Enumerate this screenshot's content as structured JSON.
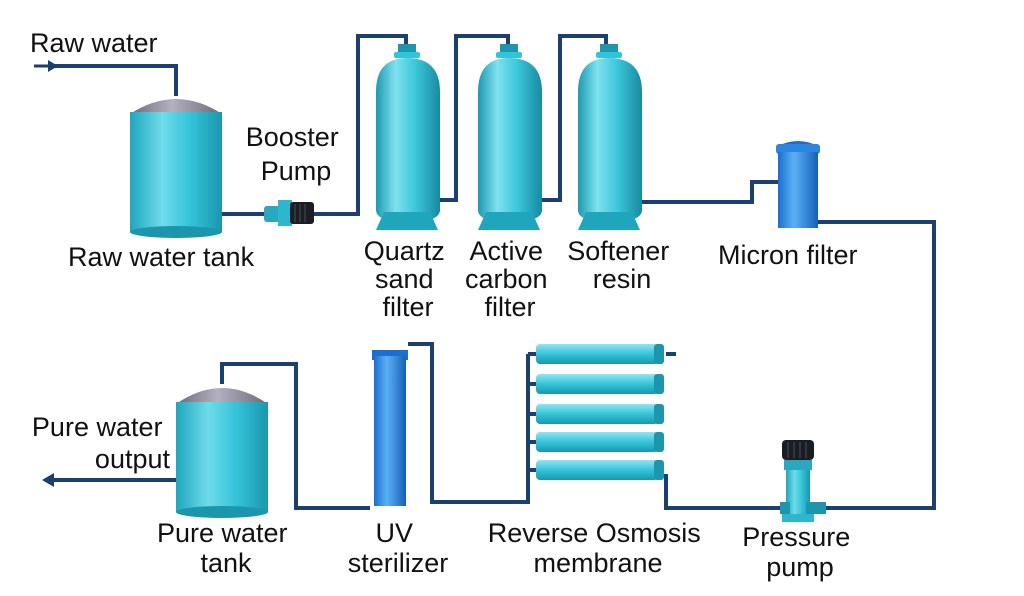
{
  "colors": {
    "pipe": "#1c3f73",
    "tank_body": "#34c4d9",
    "tank_light": "#8fe6f1",
    "tank_dark": "#1b96ad",
    "dome": "#8e8b9c",
    "pump": "#1a1d24",
    "background": "#ffffff",
    "text": "#111111"
  },
  "labels": {
    "raw_water": "Raw water",
    "booster_pump": [
      "Booster",
      "Pump"
    ],
    "raw_water_tank": "Raw water tank",
    "quartz_sand_filter": [
      "Quartz",
      "sand",
      "filter"
    ],
    "active_carbon_filter": [
      "Active",
      "carbon",
      "filter"
    ],
    "softener_resin": [
      "Softener",
      "resin"
    ],
    "micron_filter": "Micron filter",
    "pure_water_output": [
      "Pure water",
      "output"
    ],
    "pure_water_tank": [
      "Pure water",
      "tank"
    ],
    "uv_sterilizer": [
      "UV",
      "sterilizer"
    ],
    "reverse_osmosis_membrane": [
      "Reverse Osmosis",
      "membrane"
    ],
    "pressure_pump": [
      "Pressure",
      "pump"
    ]
  },
  "icons": {
    "inlet_arrow": "arrow-right-icon",
    "outlet_arrow": "arrow-left-icon"
  }
}
